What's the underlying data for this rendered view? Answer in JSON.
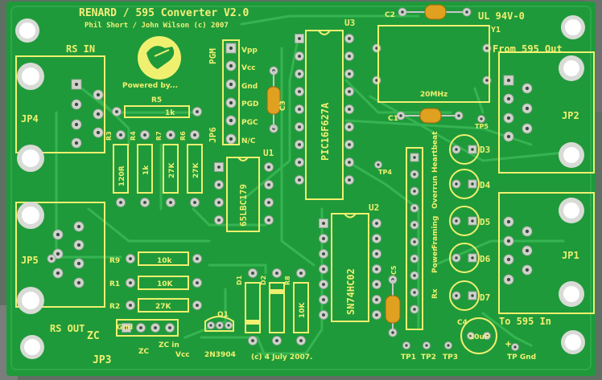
{
  "board": {
    "title": "RENARD / 595 Converter  V2.0",
    "credits": "Phil Short / John Wilson (c) 2007",
    "powered_by": "Powered by...",
    "rating": "UL 94V-0",
    "date": "(c) 4 July 2007."
  },
  "connectors": {
    "rs_in": "RS IN",
    "rs_out": "RS OUT",
    "from_595": "From 595 Out",
    "to_595": "To 595 In",
    "jp1": "JP1",
    "jp2": "JP2",
    "jp3": "JP3",
    "jp4": "JP4",
    "jp5": "JP5",
    "jp6": "JP6",
    "pgm": "PGM"
  },
  "pgm_pins": [
    "Vpp",
    "Vcc",
    "Gnd",
    "PGD",
    "PGC",
    "N/C"
  ],
  "zc_labels": [
    "ZC",
    "Gnd",
    "ZC",
    "ZC in",
    "Vcc"
  ],
  "chips": {
    "u1": "U1",
    "u1_part": "65LBC179",
    "u2": "U2",
    "u2_part": "SN74HC02",
    "u3": "U3",
    "u3_part": "PIC16F627A"
  },
  "crystal": {
    "ref": "Y1",
    "freq": "20MHz"
  },
  "resistors": {
    "r5": "R5",
    "r5v": "1k",
    "r3": "R3",
    "r3v": "120R",
    "r4": "R4",
    "r4v": "1k",
    "r7": "R7",
    "r7v": "27K",
    "r6": "R6",
    "r6v": "27K",
    "r9": "R9",
    "r9v": "10k",
    "r1": "R1",
    "r1v": "10K",
    "r2": "R2",
    "r2v": "27K",
    "r8": "R8",
    "r8v": "10K"
  },
  "caps": {
    "c1": "C1",
    "c2": "C2",
    "c3": "C3",
    "c4": "C4",
    "c4v": "10uF",
    "c5": "C5"
  },
  "diodes": {
    "d1": "D1",
    "d2": "D2"
  },
  "transistor": {
    "q1": "Q1",
    "part": "2N3904"
  },
  "leds": [
    "D3",
    "D4",
    "D5",
    "D6",
    "D7"
  ],
  "led_labels": [
    "Heartbeat",
    "Overrun",
    "Framing",
    "Power",
    "Rx"
  ],
  "test_points": [
    "TP1",
    "TP2",
    "TP3",
    "TP4",
    "TP5",
    "TP Gnd"
  ],
  "plus": "+",
  "colors": {
    "board": "#1f9a3a",
    "trace": "#2fb04a",
    "silk": "#f0f070",
    "copper": "#c8ccc6",
    "frame": "#6a6e6b"
  }
}
